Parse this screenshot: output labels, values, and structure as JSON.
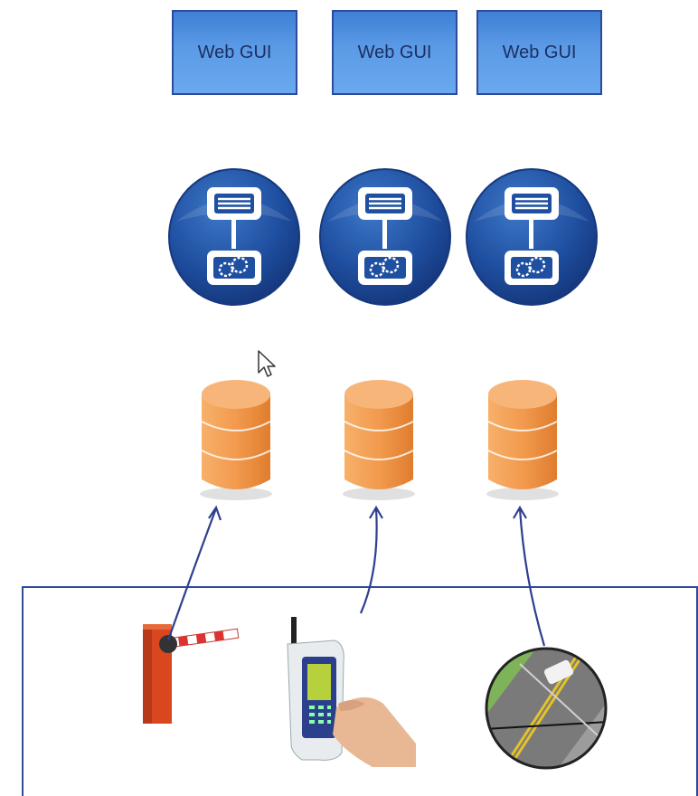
{
  "web_gui": [
    {
      "label": "Web GUI"
    },
    {
      "label": "Web GUI"
    },
    {
      "label": "Web GUI"
    }
  ],
  "services": [
    {
      "icon": "service-gear-icon"
    },
    {
      "icon": "service-gear-icon"
    },
    {
      "icon": "service-gear-icon"
    }
  ],
  "databases": [
    {
      "icon": "database-icon"
    },
    {
      "icon": "database-icon"
    },
    {
      "icon": "database-icon"
    }
  ],
  "devices": [
    {
      "icon": "barrier-gate-icon"
    },
    {
      "icon": "handheld-terminal-icon"
    },
    {
      "icon": "road-traffic-camera-icon"
    }
  ],
  "colors": {
    "gui_fill": "#5b9be6",
    "gui_border": "#2e4a9a",
    "service_circle": "#1f4fa0",
    "database": "#f29a4e",
    "arrow": "#2e3f8f"
  }
}
